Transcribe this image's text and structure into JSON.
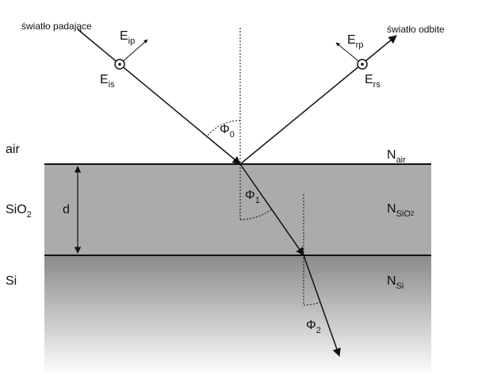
{
  "labels": {
    "incident_light": "światło padające",
    "reflected_light": "światło odbite",
    "E_ip": {
      "base": "E",
      "sub": "ip"
    },
    "E_is": {
      "base": "E",
      "sub": "is"
    },
    "E_rp": {
      "base": "E",
      "sub": "rp"
    },
    "E_rs": {
      "base": "E",
      "sub": "rs"
    },
    "phi0": {
      "base": "Φ",
      "sub": "0"
    },
    "phi1": {
      "base": "Φ",
      "sub": "1"
    },
    "phi2": {
      "base": "Φ",
      "sub": "2"
    },
    "d": "d"
  },
  "layers": [
    {
      "name": "air",
      "base": "air",
      "sub": "",
      "N_base": "N",
      "N_sub": "air",
      "N_sub2": ""
    },
    {
      "name": "sio2",
      "base": "SiO",
      "sub": "2",
      "N_base": "N",
      "N_sub": "SiO",
      "N_sub2": "2"
    },
    {
      "name": "si",
      "base": "Si",
      "sub": "",
      "N_base": "N",
      "N_sub": "Si",
      "N_sub2": ""
    }
  ],
  "colors": {
    "line": "#111111",
    "sio2": "#ababab",
    "si_top": "#8a8a8a",
    "si_bottom": "#ffffff"
  }
}
